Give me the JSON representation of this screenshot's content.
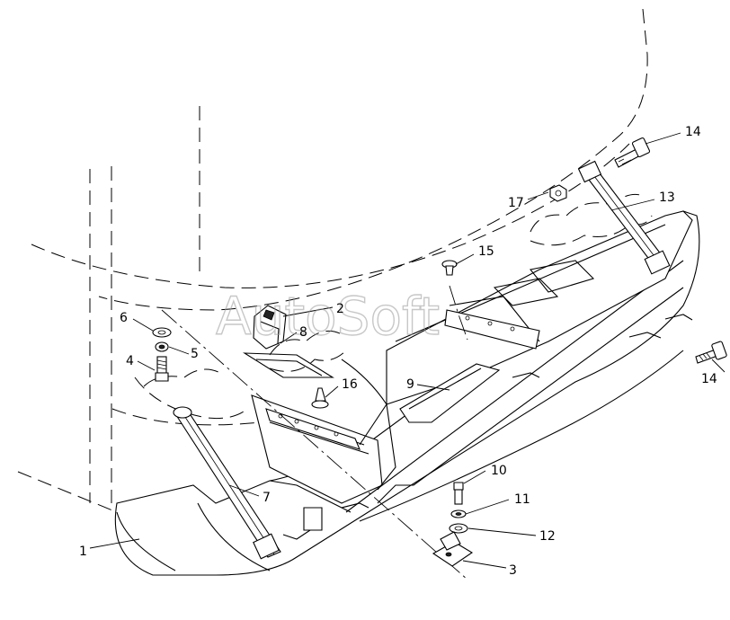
{
  "watermark": "AutoSoft",
  "callouts": {
    "c1": "1",
    "c2": "2",
    "c3": "3",
    "c4": "4",
    "c5": "5",
    "c6": "6",
    "c7": "7",
    "c8": "8",
    "c9": "9",
    "c10": "10",
    "c11": "11",
    "c12": "12",
    "c13": "13",
    "c14a": "14",
    "c14b": "14",
    "c15": "15",
    "c16": "16",
    "c17": "17"
  }
}
